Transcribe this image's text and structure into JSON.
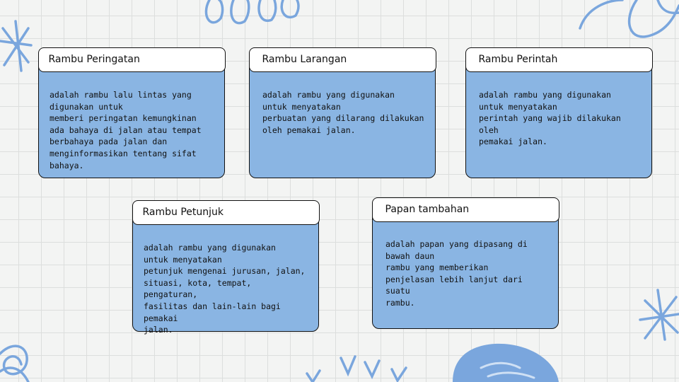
{
  "cards": [
    {
      "title": "Rambu Peringatan",
      "body": "adalah rambu lalu lintas yang\ndigunakan untuk\nmemberi peringatan kemungkinan\nada bahaya di jalan atau tempat\nberbahaya pada jalan dan\nmenginformasikan tentang sifat\nbahaya."
    },
    {
      "title": "Rambu Larangan",
      "body": "adalah rambu yang digunakan\nuntuk menyatakan\nperbuatan yang dilarang dilakukan\noleh pemakai jalan."
    },
    {
      "title": "Rambu Perintah",
      "body": "adalah rambu yang digunakan\nuntuk menyatakan\nperintah yang wajib dilakukan oleh\npemakai jalan."
    },
    {
      "title": "Rambu Petunjuk",
      "body": "adalah rambu yang digunakan\nuntuk menyatakan\npetunjuk mengenai jurusan, jalan,\nsituasi, kota, tempat, pengaturan,\nfasilitas dan lain-lain bagi pemakai\njalan."
    },
    {
      "title": "Papan tambahan",
      "body": "adalah papan yang dipasang di\nbawah daun\nrambu yang memberikan\npenjelasan lebih lanjut dari suatu\nrambu."
    }
  ],
  "colors": {
    "card_fill": "#8ab5e3",
    "header_fill": "#ffffff",
    "border": "#111111",
    "doodle": "#7aa6dd"
  }
}
